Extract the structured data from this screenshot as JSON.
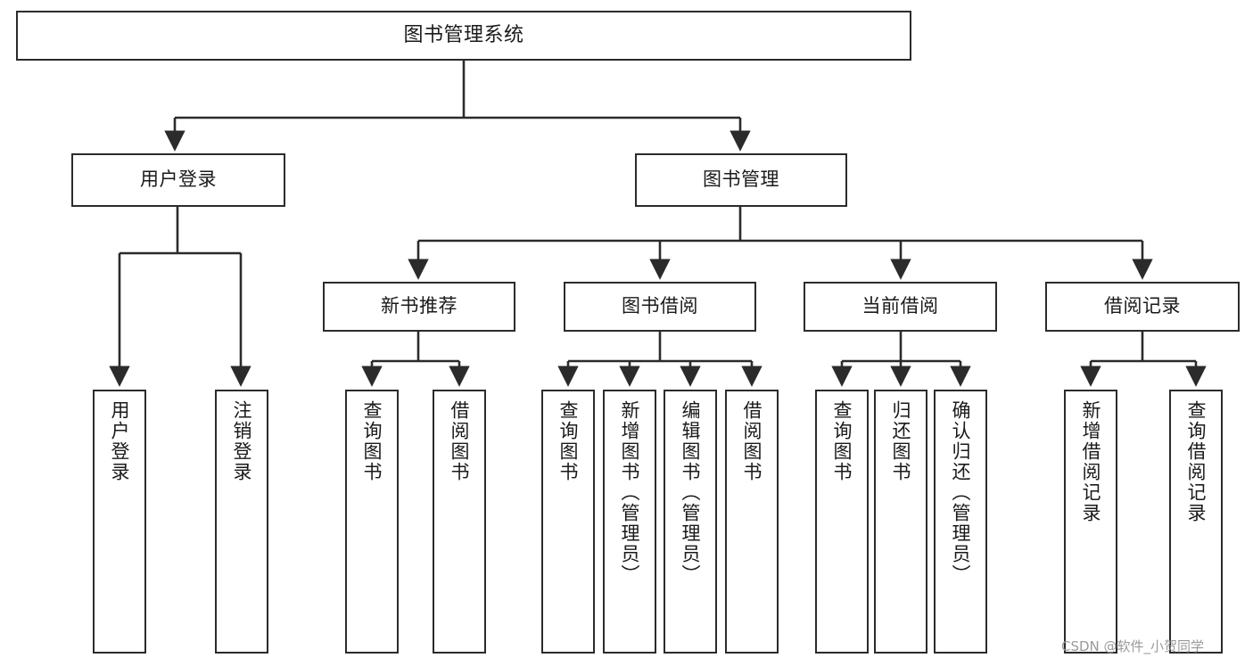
{
  "diagram": {
    "type": "tree",
    "title": "图书管理系统",
    "orientation": "top-down",
    "colors": {
      "box_border": "#2b2b2b",
      "box_fill": "#ffffff",
      "edge": "#2b2b2b",
      "text": "#1a1a1a",
      "watermark": "#9a9a9a",
      "background": "#ffffff"
    },
    "nodes": {
      "root": "图书管理系统",
      "level2": [
        "用户登录",
        "图书管理"
      ],
      "level3": [
        "新书推荐",
        "图书借阅",
        "当前借阅",
        "借阅记录"
      ],
      "leaves": {
        "user_login": [
          "用户登录",
          "注销登录"
        ],
        "new_book": [
          "查询图书",
          "借阅图书"
        ],
        "book_borrow": [
          "查询图书",
          "新增图书（管理员）",
          "编辑图书（管理员）",
          "借阅图书"
        ],
        "current_borrow": [
          "查询图书",
          "归还图书",
          "确认归还（管理员）"
        ],
        "borrow_record": [
          "新增借阅记录",
          "查询借阅记录"
        ]
      }
    },
    "edges": [
      {
        "from": "图书管理系统",
        "to": "用户登录"
      },
      {
        "from": "图书管理系统",
        "to": "图书管理"
      },
      {
        "from": "用户登录",
        "to": "用户登录"
      },
      {
        "from": "用户登录",
        "to": "注销登录"
      },
      {
        "from": "图书管理",
        "to": "新书推荐"
      },
      {
        "from": "图书管理",
        "to": "图书借阅"
      },
      {
        "from": "图书管理",
        "to": "当前借阅"
      },
      {
        "from": "图书管理",
        "to": "借阅记录"
      },
      {
        "from": "新书推荐",
        "to": "查询图书"
      },
      {
        "from": "新书推荐",
        "to": "借阅图书"
      },
      {
        "from": "图书借阅",
        "to": "查询图书"
      },
      {
        "from": "图书借阅",
        "to": "新增图书（管理员）"
      },
      {
        "from": "图书借阅",
        "to": "编辑图书（管理员）"
      },
      {
        "from": "图书借阅",
        "to": "借阅图书"
      },
      {
        "from": "当前借阅",
        "to": "查询图书"
      },
      {
        "from": "当前借阅",
        "to": "归还图书"
      },
      {
        "from": "当前借阅",
        "to": "确认归还（管理员）"
      },
      {
        "from": "借阅记录",
        "to": "新增借阅记录"
      },
      {
        "from": "借阅记录",
        "to": "查询借阅记录"
      }
    ]
  },
  "watermark": {
    "text": "CSDN @软件_小贺同学"
  }
}
